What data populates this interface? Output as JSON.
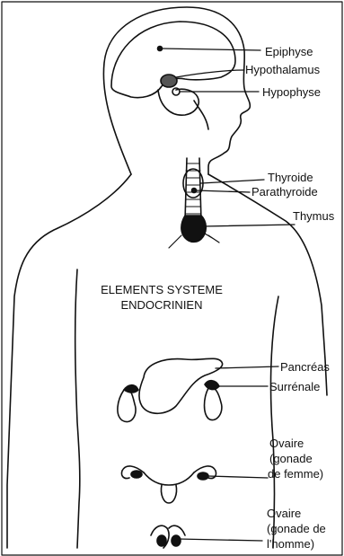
{
  "diagram": {
    "title_line1": "ELEMENTS SYSTEME",
    "title_line2": "ENDOCRINIEN",
    "labels": {
      "epiphyse": "Epiphyse",
      "hypothalamus": "Hypothalamus",
      "hypophyse": "Hypophyse",
      "thyroide": "Thyroide",
      "parathyroide": "Parathyroide",
      "thymus": "Thymus",
      "pancreas": "Pancréas",
      "surrenale": "Surrénale",
      "ovaire_f_1": "Ovaire",
      "ovaire_f_2": "(gonade",
      "ovaire_f_3": "de femme)",
      "ovaire_h_1": "Ovaire",
      "ovaire_h_2": "(gonade de",
      "ovaire_h_3": "l'homme)"
    }
  }
}
